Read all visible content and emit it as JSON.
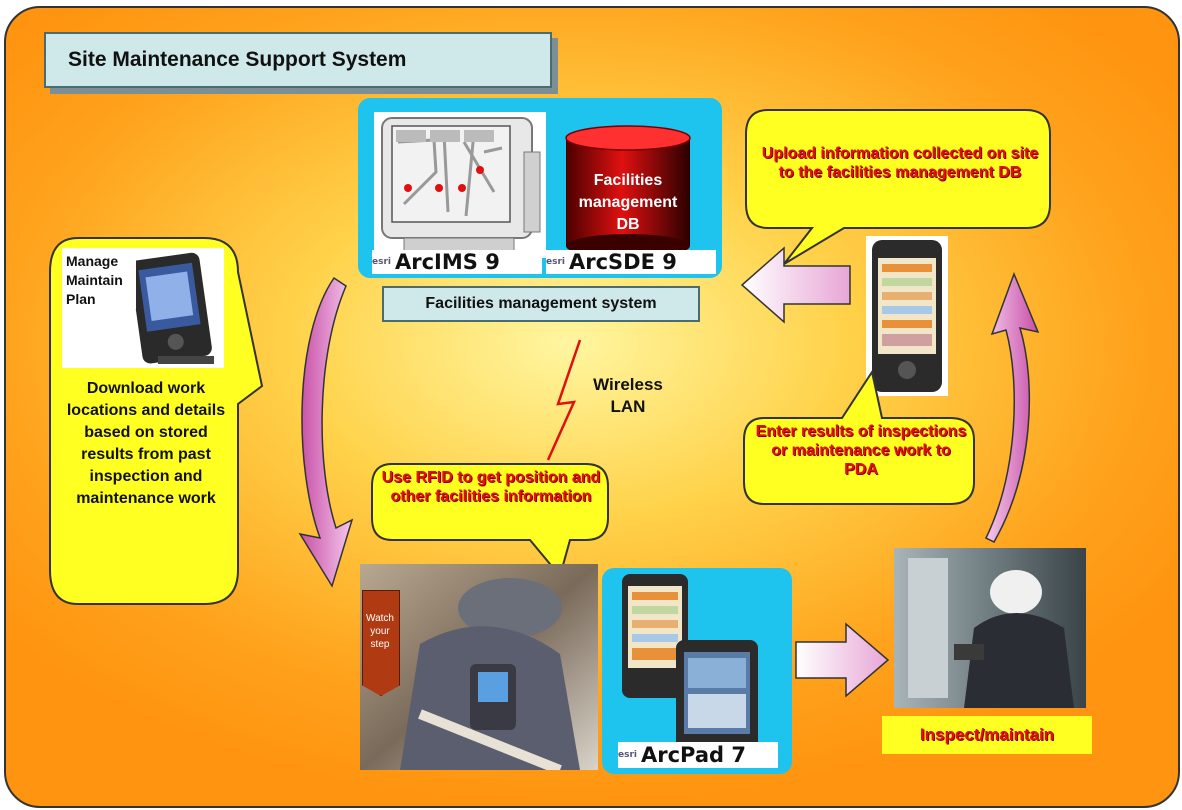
{
  "title": "Site Maintenance Support System",
  "server": {
    "db_label": "Facilities management DB",
    "arcims_label": "ArcIMS 9",
    "arcsde_label": "ArcSDE 9",
    "system_label": "Facilities management system"
  },
  "left_panel": {
    "pda_caption": "Manage Maintain Plan",
    "description": "Download work locations and details based on stored results from past inspection and maintenance work"
  },
  "wireless_label": "Wireless LAN",
  "callouts": {
    "upload": "Upload information collected on site to the facilities management DB",
    "rfid": "Use RFID to get position and other facilities information",
    "enter": "Enter results of inspections or maintenance work to PDA"
  },
  "field": {
    "sign_text": "Watch your step",
    "arcpad_label": "ArcPad 7",
    "inspect_label": "Inspect/maintain"
  },
  "colors": {
    "accent_red": "#e01010",
    "callout_yellow": "#ffff22",
    "panel_blue": "#1ec3ee",
    "title_bg": "#cfe9ea",
    "arrow_pink": "#e7a6d6"
  }
}
